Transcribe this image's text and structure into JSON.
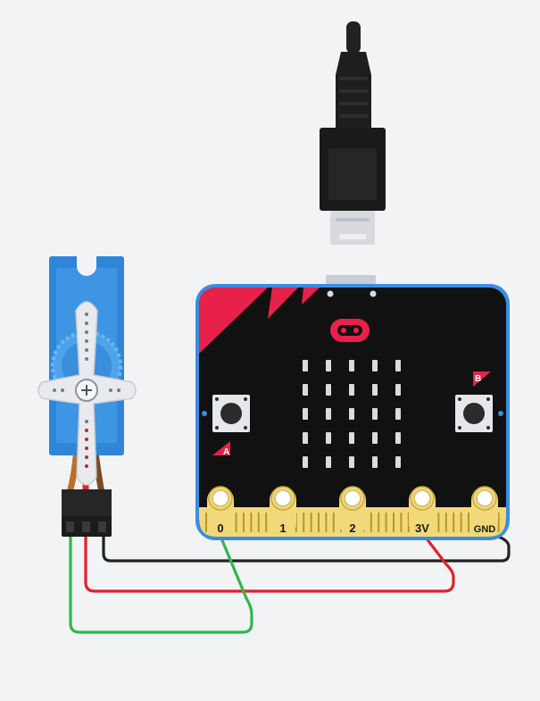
{
  "colors": {
    "background": "#f2f3f5",
    "board_outline": "#3a8de0",
    "board_body": "#111111",
    "board_accent": "#e8214a",
    "edge_gold": "#f1d97a",
    "servo_blue": "#2f86d8",
    "wire_ground": "#222222",
    "wire_power": "#e0212b",
    "wire_signal": "#2fb84a"
  },
  "board": {
    "pins": [
      {
        "label": "0",
        "icon": "pin-0"
      },
      {
        "label": "1",
        "icon": "pin-1"
      },
      {
        "label": "2",
        "icon": "pin-2"
      },
      {
        "label": "3V",
        "icon": "pin-3v"
      },
      {
        "label": "GND",
        "icon": "pin-gnd"
      }
    ],
    "button_a_label": "A",
    "button_b_label": "B",
    "led_matrix": {
      "rows": 5,
      "cols": 5
    }
  },
  "components": {
    "usb_cable": "usb-cable-icon",
    "servo": "servo-motor-icon",
    "connector": "servo-connector-icon"
  },
  "wires": [
    {
      "from": "servo-ground",
      "to": "GND",
      "color": "#222222"
    },
    {
      "from": "servo-power",
      "to": "3V",
      "color": "#e0212b"
    },
    {
      "from": "servo-signal",
      "to": "0",
      "color": "#2fb84a"
    }
  ]
}
